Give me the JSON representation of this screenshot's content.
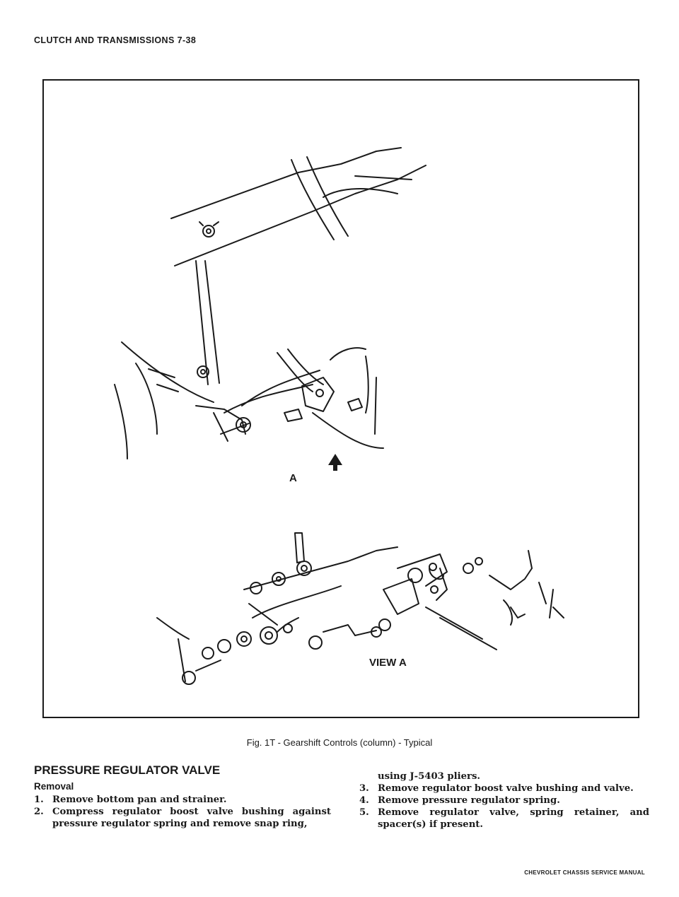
{
  "header": {
    "running_head": "CLUTCH AND TRANSMISSIONS 7-38"
  },
  "figure": {
    "arrow_label": "A",
    "view_label": "VIEW A",
    "caption": "Fig. 1T - Gearshift Controls (column) - Typical"
  },
  "section": {
    "title": "PRESSURE REGULATOR VALVE",
    "subtitle": "Removal",
    "steps": [
      {
        "num": "1.",
        "text": "Remove bottom pan and strainer."
      },
      {
        "num": "2.",
        "text": "Compress regulator boost valve bushing against pressure regulator spring and remove snap ring,"
      },
      {
        "num": "",
        "text": "using J-5403 pliers."
      },
      {
        "num": "3.",
        "text": "Remove regulator boost valve bushing and valve."
      },
      {
        "num": "4.",
        "text": "Remove pressure regulator spring."
      },
      {
        "num": "5.",
        "text": "Remove regulator valve, spring retainer, and spacer(s) if present."
      }
    ]
  },
  "footer": {
    "manual_name": "CHEVROLET CHASSIS SERVICE MANUAL"
  }
}
